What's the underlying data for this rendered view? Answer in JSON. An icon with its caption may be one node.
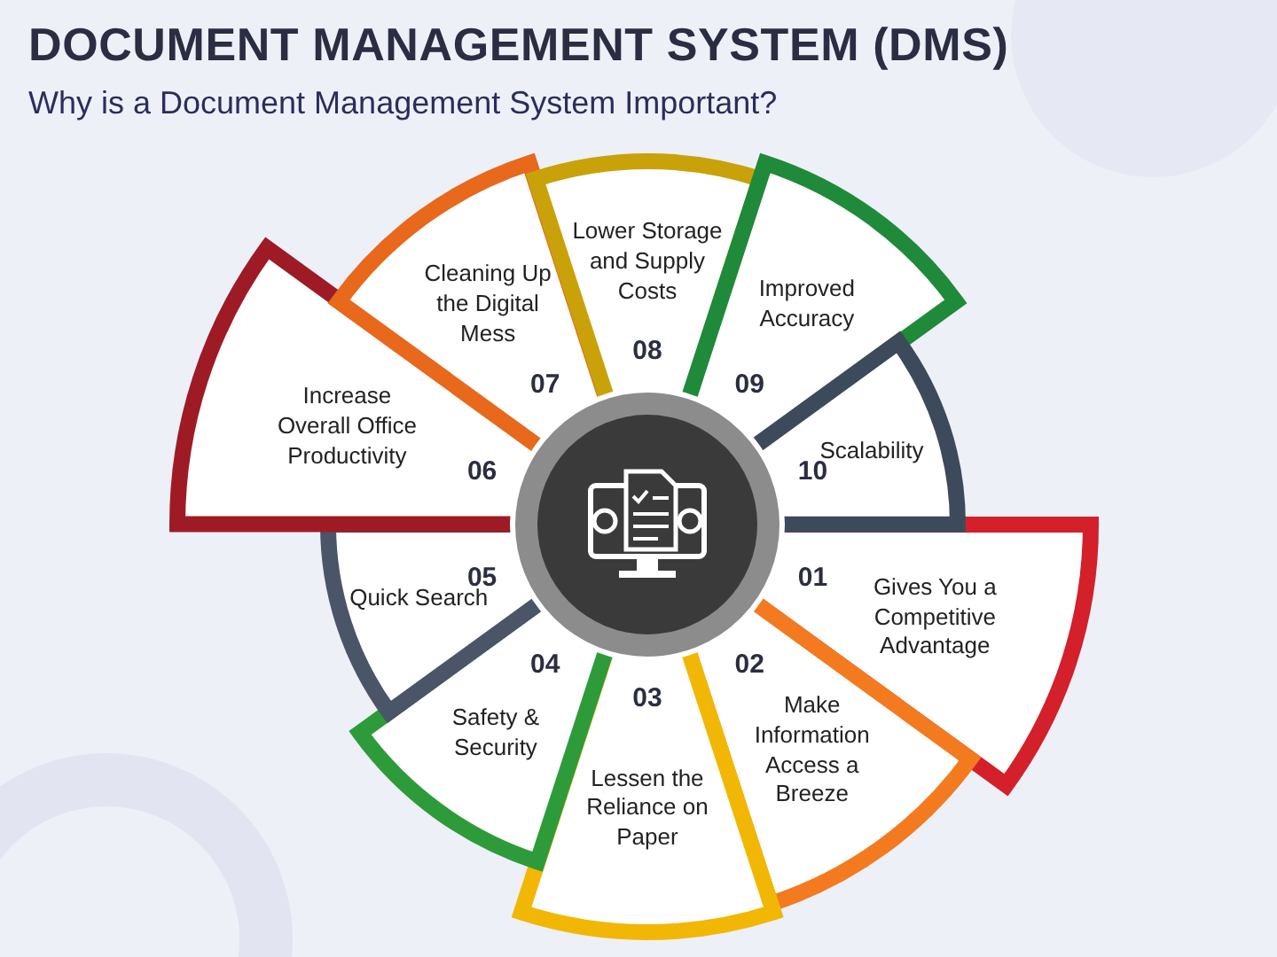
{
  "diagram": {
    "title": "DOCUMENT MANAGEMENT SYSTEM (DMS)",
    "nodes": [
      {
        "text": [
          "01",
          "Gives You a Competitive Advantage"
        ]
      },
      {
        "text": [
          "02",
          "Make Information Access a Breeze"
        ]
      },
      {
        "text": [
          "03",
          "Lessen the Reliance on Paper"
        ]
      },
      {
        "text": [
          "04",
          "Safety & Security"
        ]
      },
      {
        "text": [
          "05",
          "Quick Search"
        ]
      },
      {
        "text": [
          "Increase Overall Office Productivity",
          "06"
        ]
      },
      {
        "text": [
          "Cleaning Up the Digital Mess",
          "07"
        ]
      },
      {
        "text": [
          "Lower Storage and Supply Costs",
          "08"
        ]
      },
      {
        "text": [
          "Improved Accuracy",
          "09"
        ]
      },
      {
        "text": [
          "Scalability",
          "10"
        ]
      }
    ],
    "labels": [
      "Why is a Document Management System Important?"
    ]
  }
}
